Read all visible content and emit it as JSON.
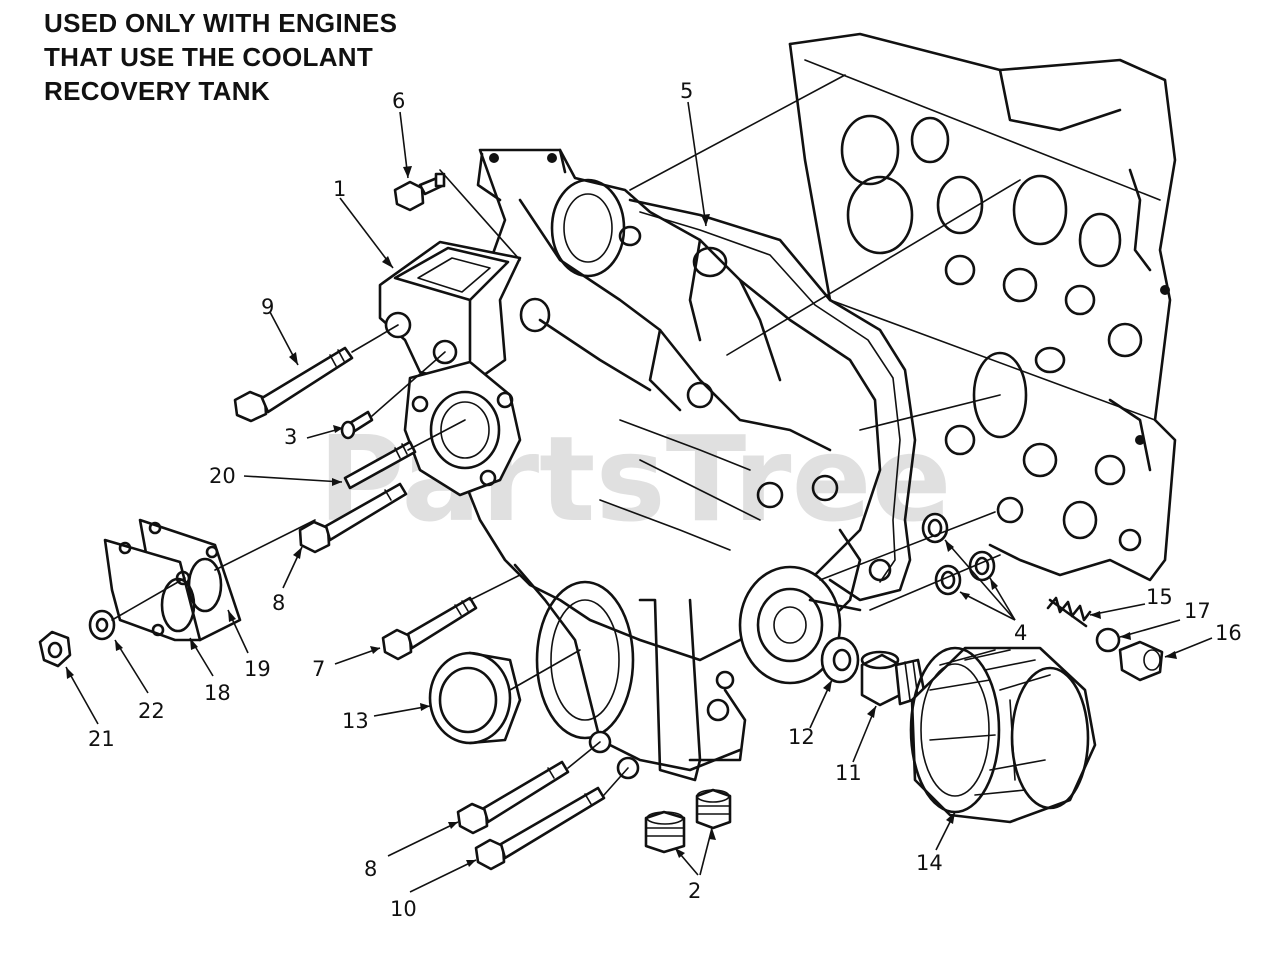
{
  "note": {
    "lines": [
      "USED ONLY WITH ENGINES",
      "THAT USE THE COOLANT",
      "RECOVERY TANK"
    ]
  },
  "watermark": "PartsTree",
  "callouts": [
    {
      "id": "c1",
      "text": "1"
    },
    {
      "id": "c2",
      "text": "2"
    },
    {
      "id": "c3",
      "text": "3"
    },
    {
      "id": "c4",
      "text": "4"
    },
    {
      "id": "c5",
      "text": "5"
    },
    {
      "id": "c6",
      "text": "6"
    },
    {
      "id": "c7",
      "text": "7"
    },
    {
      "id": "c8a",
      "text": "8"
    },
    {
      "id": "c8b",
      "text": "8"
    },
    {
      "id": "c9",
      "text": "9"
    },
    {
      "id": "c10",
      "text": "10"
    },
    {
      "id": "c11",
      "text": "11"
    },
    {
      "id": "c12",
      "text": "12"
    },
    {
      "id": "c13",
      "text": "13"
    },
    {
      "id": "c14",
      "text": "14"
    },
    {
      "id": "c15",
      "text": "15"
    },
    {
      "id": "c16",
      "text": "16"
    },
    {
      "id": "c17",
      "text": "17"
    },
    {
      "id": "c18",
      "text": "18"
    },
    {
      "id": "c19",
      "text": "19"
    },
    {
      "id": "c20",
      "text": "20"
    },
    {
      "id": "c21",
      "text": "21"
    },
    {
      "id": "c22",
      "text": "22"
    }
  ]
}
